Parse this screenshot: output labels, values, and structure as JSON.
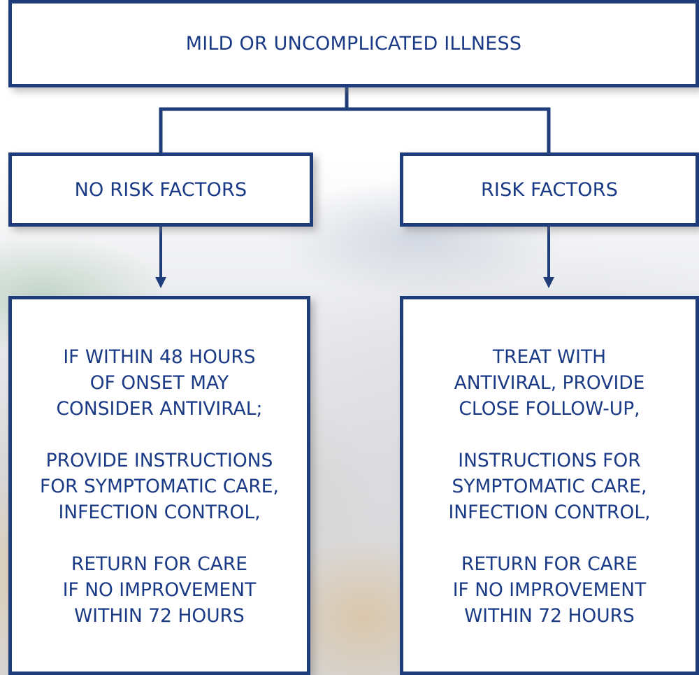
{
  "top_box": {
    "label": "MILD OR UNCOMPLICATED ILLNESS"
  },
  "left_branch": {
    "label": "NO RISK FACTORS",
    "paragraphs": [
      [
        "IF WITHIN 48 HOURS",
        "OF ONSET MAY",
        "CONSIDER ANTIVIRAL;"
      ],
      [
        "PROVIDE INSTRUCTIONS",
        "FOR SYMPTOMATIC CARE,",
        "INFECTION CONTROL,"
      ],
      [
        "RETURN FOR CARE",
        "IF NO IMPROVEMENT",
        "WITHIN 72 HOURS"
      ]
    ]
  },
  "right_branch": {
    "label": "RISK FACTORS",
    "paragraphs": [
      [
        "TREAT WITH",
        "ANTIVIRAL, PROVIDE",
        "CLOSE FOLLOW-UP,"
      ],
      [
        "INSTRUCTIONS FOR",
        "SYMPTOMATIC CARE,",
        "INFECTION CONTROL,"
      ],
      [
        "RETURN FOR CARE",
        "IF NO IMPROVEMENT",
        "WITHIN 72 HOURS"
      ]
    ]
  },
  "colors": {
    "border": "#1f3d7a",
    "text": "#1a3a85",
    "box_fill": "#ffffff"
  }
}
